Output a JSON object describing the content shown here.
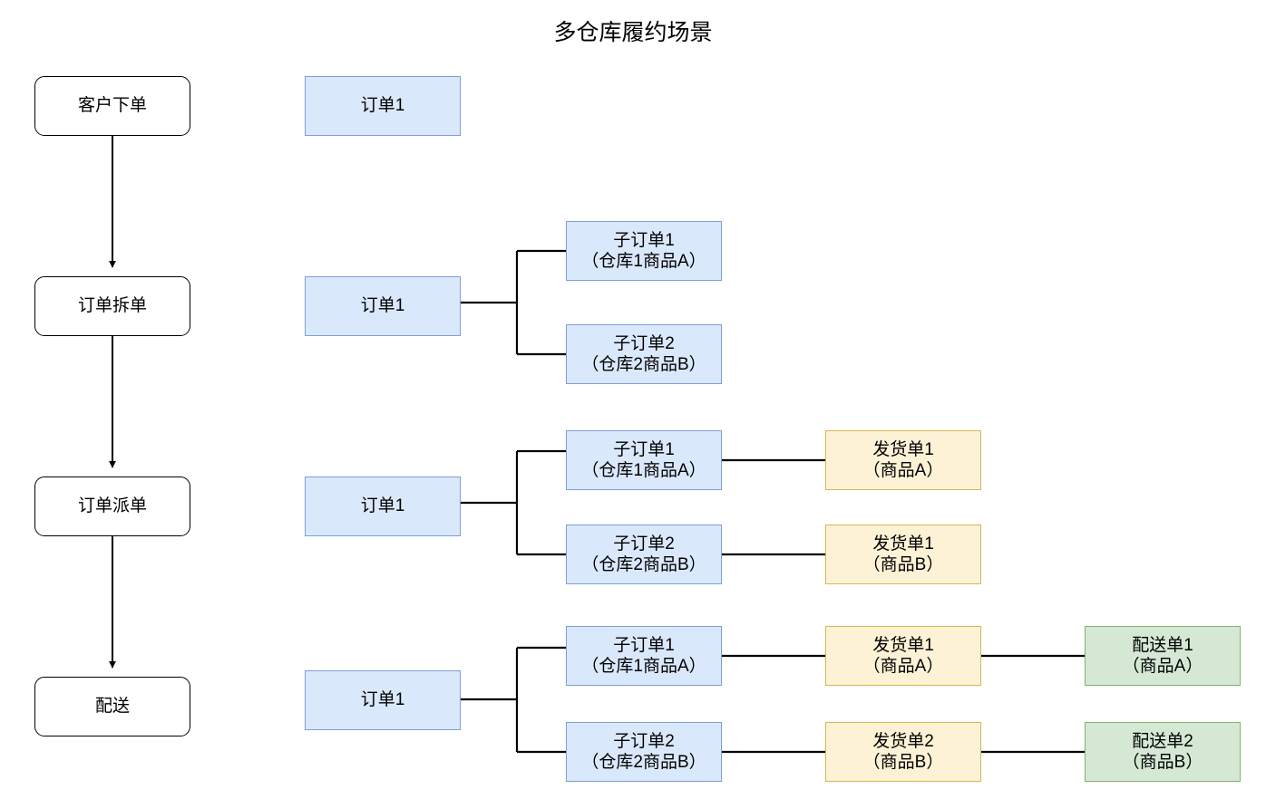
{
  "title": "多仓库履约场景",
  "colors": {
    "order_fill": "#dae8fc",
    "order_stroke": "#7e9fd2",
    "shipment_fill": "#fdf2d6",
    "shipment_stroke": "#d6b656",
    "delivery_fill": "#d5e8d4",
    "delivery_stroke": "#82b366",
    "flow_stroke": "#000000",
    "connector": "#000000",
    "background": "#ffffff"
  },
  "flow_stages": [
    {
      "label": "客户下单"
    },
    {
      "label": "订单拆单"
    },
    {
      "label": "订单派单"
    },
    {
      "label": "配送"
    }
  ],
  "rows": [
    {
      "stage": "客户下单",
      "order": {
        "line1": "订单1",
        "line2": ""
      },
      "suborders": [],
      "shipments": [],
      "deliveries": []
    },
    {
      "stage": "订单拆单",
      "order": {
        "line1": "订单1",
        "line2": ""
      },
      "suborders": [
        {
          "line1": "子订单1",
          "line2": "（仓库1商品A）"
        },
        {
          "line1": "子订单2",
          "line2": "（仓库2商品B）"
        }
      ],
      "shipments": [],
      "deliveries": []
    },
    {
      "stage": "订单派单",
      "order": {
        "line1": "订单1",
        "line2": ""
      },
      "suborders": [
        {
          "line1": "子订单1",
          "line2": "（仓库1商品A）"
        },
        {
          "line1": "子订单2",
          "line2": "（仓库2商品B）"
        }
      ],
      "shipments": [
        {
          "line1": "发货单1",
          "line2": "（商品A）"
        },
        {
          "line1": "发货单1",
          "line2": "（商品B）"
        }
      ],
      "deliveries": []
    },
    {
      "stage": "配送",
      "order": {
        "line1": "订单1",
        "line2": ""
      },
      "suborders": [
        {
          "line1": "子订单1",
          "line2": "（仓库1商品A）"
        },
        {
          "line1": "子订单2",
          "line2": "（仓库2商品B）"
        }
      ],
      "shipments": [
        {
          "line1": "发货单1",
          "line2": "（商品A）"
        },
        {
          "line1": "发货单2",
          "line2": "（商品B）"
        }
      ],
      "deliveries": [
        {
          "line1": "配送单1",
          "line2": "（商品A）"
        },
        {
          "line1": "配送单2",
          "line2": "（商品B）"
        }
      ]
    }
  ]
}
